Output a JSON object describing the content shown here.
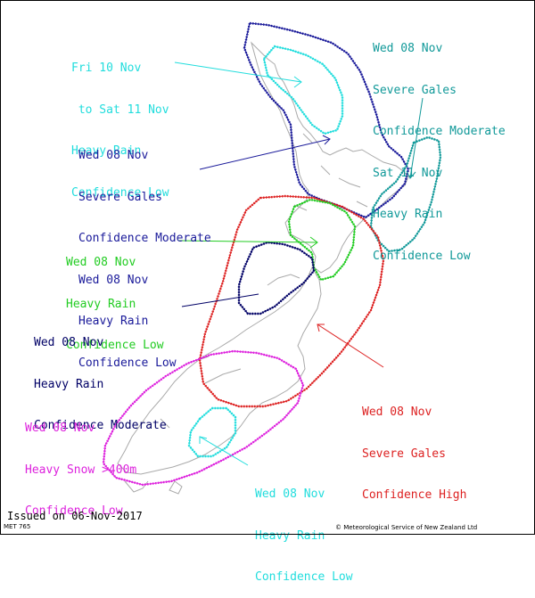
{
  "colors": {
    "cyan": "#22dddd",
    "teal": "#119999",
    "navy": "#1a1a9a",
    "green": "#22cc22",
    "red": "#dd2222",
    "magenta": "#dd22dd",
    "land": "#aaaaaa"
  },
  "warnings": [
    {
      "id": "rain-north-cyan",
      "color": "#22dddd",
      "lines": [
        "Fri 10 Nov",
        " to Sat 11 Nov",
        "Heavy Rain",
        "Confidence Low"
      ]
    },
    {
      "id": "gales-north-navy",
      "color": "#1a1a9a",
      "lines": [
        "Wed 08 Nov",
        "Severe Gales",
        "Confidence Moderate",
        "Wed 08 Nov",
        "Heavy Rain",
        "Confidence Low"
      ]
    },
    {
      "id": "east-teal",
      "color": "#119999",
      "lines": [
        "Wed 08 Nov",
        "Severe Gales",
        "Confidence Moderate",
        "Sat 11 Nov",
        "Heavy Rain",
        "Confidence Low"
      ]
    },
    {
      "id": "rain-green",
      "color": "#22cc22",
      "lines": [
        "Wed 08 Nov",
        "Heavy Rain",
        "Confidence Low"
      ]
    },
    {
      "id": "rain-moderate-navy",
      "color": "#000066",
      "lines": [
        "Wed 08 Nov",
        "Heavy Rain",
        "Confidence Moderate"
      ]
    },
    {
      "id": "gales-red",
      "color": "#dd2222",
      "lines": [
        "Wed 08 Nov",
        "Severe Gales",
        "Confidence High"
      ]
    },
    {
      "id": "snow-magenta",
      "color": "#dd22dd",
      "lines": [
        "Wed 08 Nov",
        "Heavy Snow >400m",
        "Confidence Low"
      ]
    },
    {
      "id": "rain-south-cyan",
      "color": "#22dddd",
      "lines": [
        "Wed 08 Nov",
        "Heavy Rain",
        "Confidence Low"
      ]
    }
  ],
  "footer": {
    "issued": "Issued on 06-Nov-2017",
    "code": "MET 765",
    "credit": "© Meteorological Service of New Zealand Ltd"
  }
}
